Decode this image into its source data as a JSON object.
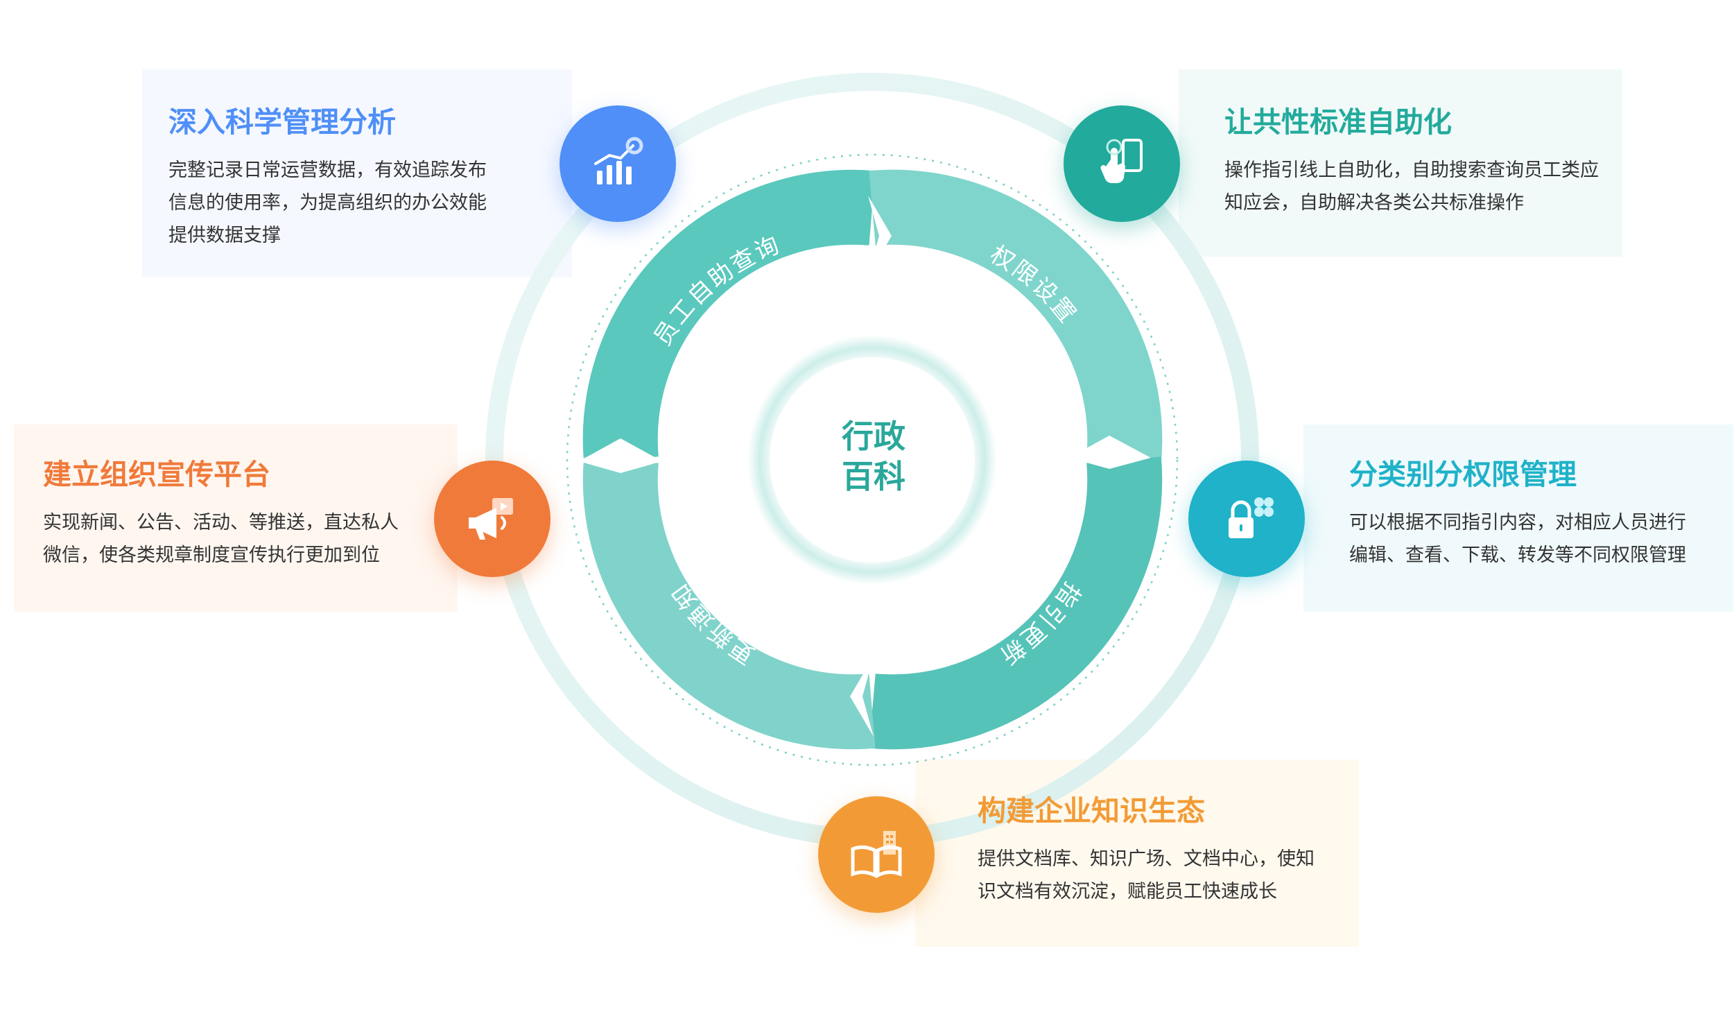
{
  "center": {
    "line1": "行政",
    "line2": "百科"
  },
  "ring": {
    "segments": [
      "员工自助查询",
      "权限设置",
      "指引更新",
      "更新通知"
    ]
  },
  "features": [
    {
      "id": "analysis",
      "title": "深入科学管理分析",
      "lines": [
        "完整记录日常运营数据，有效追踪发布",
        "信息的使用率，为提高组织的办公效能",
        "提供数据支撑"
      ],
      "color": "#4f8ff7",
      "icon": "chart-gear-icon"
    },
    {
      "id": "selfhelp",
      "title": "让共性标准自助化",
      "lines": [
        "操作指引线上自助化，自助搜索查询员工类应",
        "知应会，自助解决各类公共标准操作"
      ],
      "color": "#22aa9c",
      "icon": "touch-phone-icon"
    },
    {
      "id": "promo",
      "title": "建立组织宣传平台",
      "lines": [
        "实现新闻、公告、活动、等推送，直达私人",
        "微信，使各类规章制度宣传执行更加到位"
      ],
      "color": "#f07a3a",
      "icon": "megaphone-icon"
    },
    {
      "id": "permission",
      "title": "分类别分权限管理",
      "lines": [
        "可以根据不同指引内容，对相应人员进行",
        "编辑、查看、下载、转发等不同权限管理"
      ],
      "color": "#1fb2c9",
      "icon": "lock-icon"
    },
    {
      "id": "knowledge",
      "title": "构建企业知识生态",
      "lines": [
        "提供文档库、知识广场、文档中心，使知",
        "识文档有效沉淀，赋能员工快速成长"
      ],
      "color": "#f29b36",
      "icon": "book-building-icon"
    }
  ]
}
